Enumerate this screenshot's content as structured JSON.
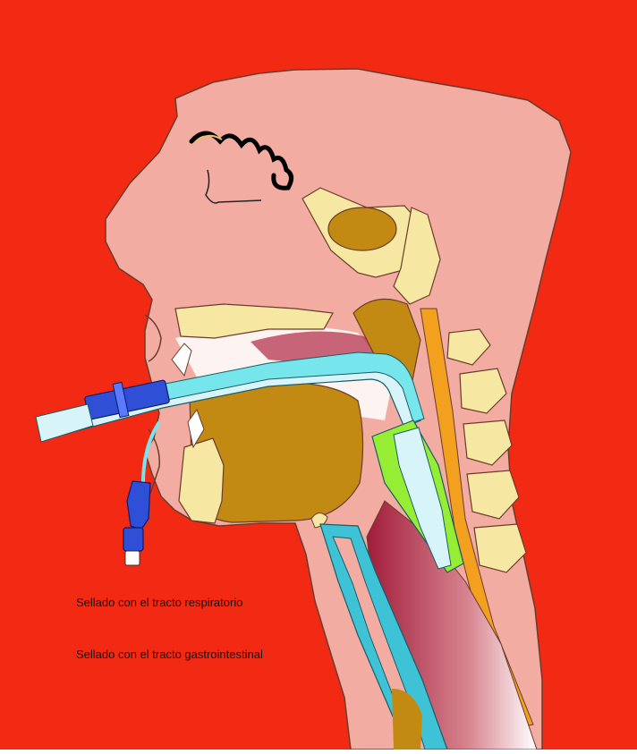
{
  "labels": {
    "respiratory_seal": "Sellado con el tracto respiratorio",
    "gi_seal": "Sellado con el tracto gastrointestinal"
  },
  "colors": {
    "background": "#f22a14",
    "skin": "#f2aca2",
    "outline": "#6b3b2b",
    "bone": "#f6e7a3",
    "tongue": "#c38a13",
    "tube": "#76e6ec",
    "tube_light": "#d7f5f8",
    "connector": "#2f4fd6",
    "cuff": "#96ee34",
    "esophagus": "#a11d3a",
    "spine_orange": "#f2a01e",
    "trachea": "#3ec2d6"
  },
  "icons": [
    "laryngeal-mask-airway",
    "pilot-balloon-valve",
    "connector-icon"
  ]
}
